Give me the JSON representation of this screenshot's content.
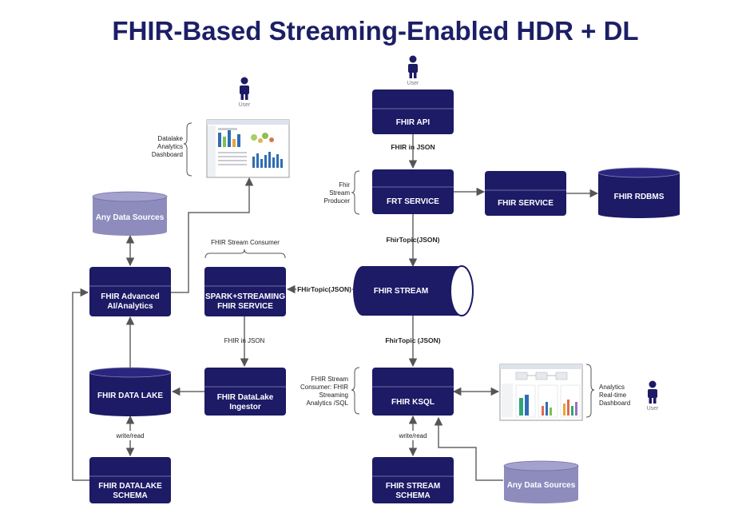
{
  "title": "FHIR-Based Streaming-Enabled HDR + DL",
  "colors": {
    "node": "#1d1a66",
    "node_edge": "#15124e",
    "source": "#8e8bbd",
    "arrow": "#666666",
    "title": "#1c1f66"
  },
  "users": {
    "top_left": "User",
    "top_right": "User",
    "right": "User"
  },
  "nodes": {
    "fhir_api": "FHIR  API",
    "frt_service": "FRT SERVICE",
    "fhir_service": "FHIR SERVICE",
    "fhir_rdbms": "FHIR RDBMS",
    "fhir_stream": "FHIR STREAM",
    "spark_service": [
      "SPARK+STREAMING",
      "FHIR SERVICE"
    ],
    "advanced_analytics": [
      "FHIR  Advanced",
      "AI/Analytics"
    ],
    "any_sources_top": "Any Data Sources",
    "data_lake": "FHIR DATA LAKE",
    "datalake_ingestor": [
      "FHIR  DataLake",
      "Ingestor"
    ],
    "datalake_schema": [
      "FHIR DATALAKE",
      "SCHEMA"
    ],
    "fhir_ksql": "FHIR KSQL",
    "stream_schema": [
      "FHIR STREAM",
      "SCHEMA"
    ],
    "any_sources_bottom": "Any Data Sources"
  },
  "edge_labels": {
    "api_to_frt": "FHIR in JSON",
    "frt_to_stream": "FhirTopic(JSON)",
    "stream_to_spark": "FHirTopic(JSON)",
    "stream_to_ksql": "FhirTopic (JSON)",
    "spark_to_ingestor": "FHIR in JSON",
    "lake_schema": "write/read",
    "ksql_schema": "write/read"
  },
  "notes": {
    "datalake_dashboard": [
      "Datalake",
      "Analytics",
      "Dashboard"
    ],
    "stream_producer": [
      "Fhir",
      "Stream",
      "Producer"
    ],
    "stream_consumer": "FHIR Stream Consumer",
    "ksql_consumer": [
      "FHIR Stream",
      "Consumer: FHIR",
      "Streaming",
      "Analytics /SQL"
    ],
    "realtime_dashboard": [
      "Analytics",
      "Real-time",
      "Dashboard"
    ]
  }
}
